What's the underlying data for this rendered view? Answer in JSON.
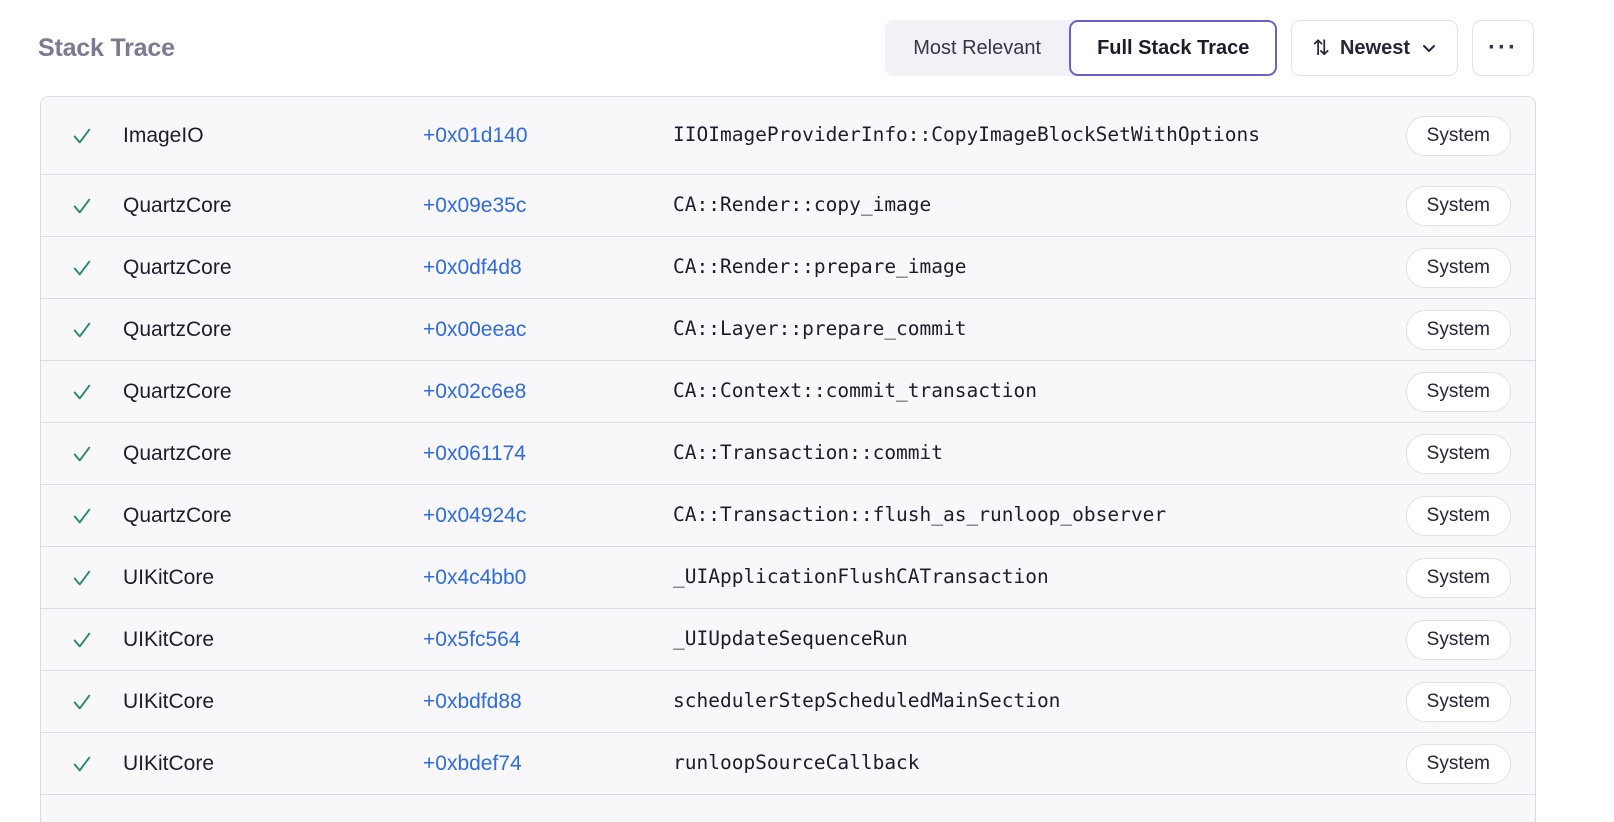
{
  "header": {
    "title": "Stack Trace",
    "segmented": {
      "options": [
        {
          "label": "Most Relevant",
          "selected": false
        },
        {
          "label": "Full Stack Trace",
          "selected": true
        }
      ]
    },
    "sort_button": {
      "label": "Newest",
      "icon": "sort-arrows-icon",
      "chevron": "chevron-down-icon"
    },
    "overflow_button": {
      "label": "···",
      "icon": "ellipsis-icon"
    }
  },
  "colors": {
    "accent_purple": "#6c5fc7",
    "link_blue": "#2f6be0",
    "check_green": "#2e8b6a",
    "title_gray": "#80788f",
    "row_bg": "#f8f8fb",
    "border": "#dcdbe4"
  },
  "trace": {
    "columns": [
      "status",
      "package",
      "address",
      "function",
      "tag"
    ],
    "rows": [
      {
        "status": "check-icon",
        "package": "ImageIO",
        "address": "+0x01d140",
        "function": "IIOImageProviderInfo::CopyImageBlockSetWithOptions",
        "tag": "System",
        "tall": true
      },
      {
        "status": "check-icon",
        "package": "QuartzCore",
        "address": "+0x09e35c",
        "function": "CA::Render::copy_image",
        "tag": "System",
        "tall": false
      },
      {
        "status": "check-icon",
        "package": "QuartzCore",
        "address": "+0x0df4d8",
        "function": "CA::Render::prepare_image",
        "tag": "System",
        "tall": false
      },
      {
        "status": "check-icon",
        "package": "QuartzCore",
        "address": "+0x00eeac",
        "function": "CA::Layer::prepare_commit",
        "tag": "System",
        "tall": false
      },
      {
        "status": "check-icon",
        "package": "QuartzCore",
        "address": "+0x02c6e8",
        "function": "CA::Context::commit_transaction",
        "tag": "System",
        "tall": false
      },
      {
        "status": "check-icon",
        "package": "QuartzCore",
        "address": "+0x061174",
        "function": "CA::Transaction::commit",
        "tag": "System",
        "tall": false
      },
      {
        "status": "check-icon",
        "package": "QuartzCore",
        "address": "+0x04924c",
        "function": "CA::Transaction::flush_as_runloop_observer",
        "tag": "System",
        "tall": false
      },
      {
        "status": "check-icon",
        "package": "UIKitCore",
        "address": "+0x4c4bb0",
        "function": "_UIApplicationFlushCATransaction",
        "tag": "System",
        "tall": false
      },
      {
        "status": "check-icon",
        "package": "UIKitCore",
        "address": "+0x5fc564",
        "function": "_UIUpdateSequenceRun",
        "tag": "System",
        "tall": false
      },
      {
        "status": "check-icon",
        "package": "UIKitCore",
        "address": "+0xbdfd88",
        "function": "schedulerStepScheduledMainSection",
        "tag": "System",
        "tall": false
      },
      {
        "status": "check-icon",
        "package": "UIKitCore",
        "address": "+0xbdef74",
        "function": "runloopSourceCallback",
        "tag": "System",
        "tall": false
      }
    ]
  }
}
